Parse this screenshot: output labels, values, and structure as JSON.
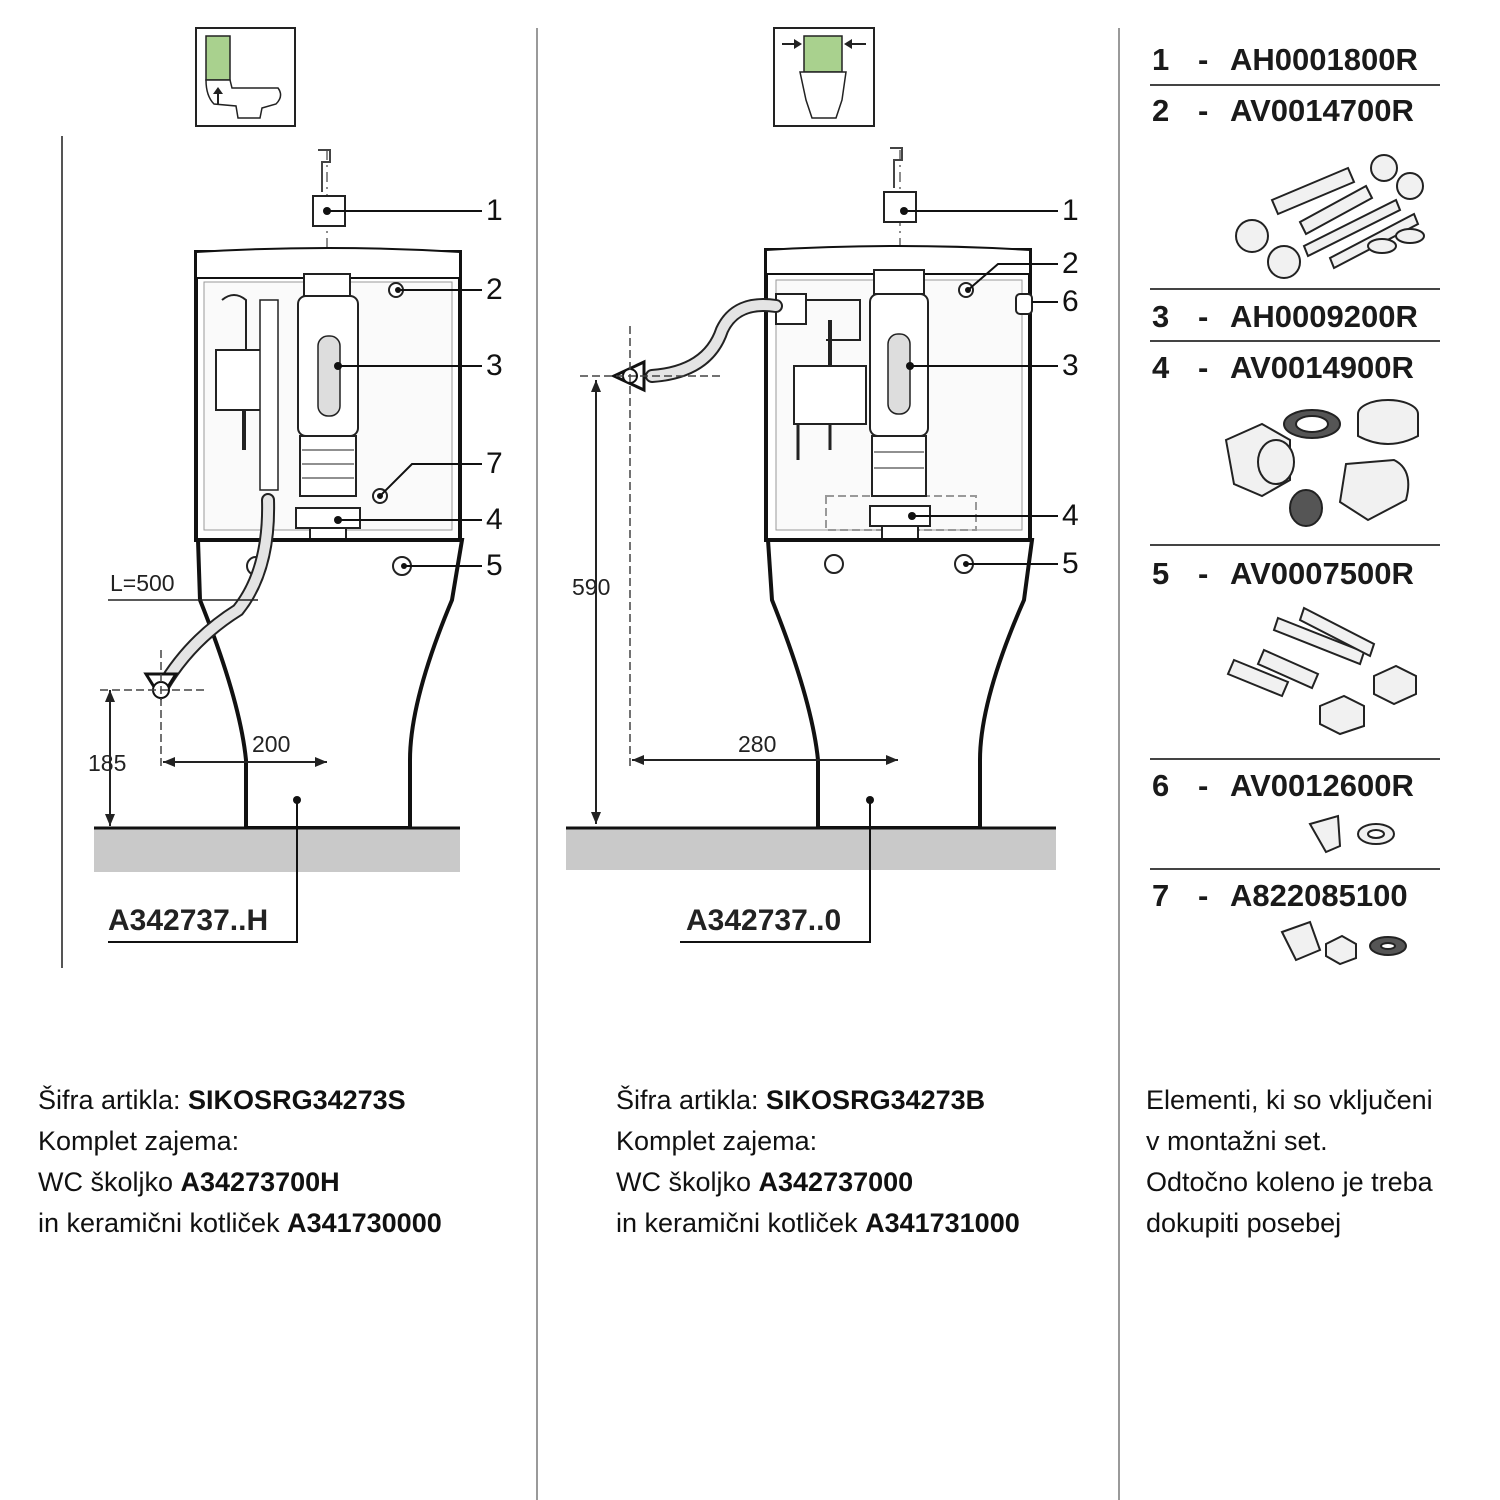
{
  "left": {
    "callouts": [
      "1",
      "2",
      "3",
      "7",
      "4",
      "5"
    ],
    "hose_label": "L=500",
    "dim_width": "200",
    "dim_height": "185",
    "model": "A342737..H",
    "note": {
      "line1_prefix": "Šifra artikla: ",
      "line1_code": "SIKOSRG34273S",
      "line2": "Komplet zajema:",
      "line3_prefix": "WC školjko ",
      "line3_code": "A34273700H",
      "line4_prefix": "in keramični kotliček ",
      "line4_code": "A341730000"
    }
  },
  "middle": {
    "callouts": [
      "1",
      "2",
      "6",
      "3",
      "4",
      "5"
    ],
    "dim_width": "280",
    "dim_height": "590",
    "model": "A342737..0",
    "note": {
      "line1_prefix": "Šifra artikla: ",
      "line1_code": "SIKOSRG34273B",
      "line2": "Komplet zajema:",
      "line3_prefix": "WC školjko ",
      "line3_code": "A342737000",
      "line4_prefix": "in keramični kotliček ",
      "line4_code": "A341731000"
    }
  },
  "parts": [
    {
      "num": "1",
      "dash": "-",
      "code": "AH0001800R"
    },
    {
      "num": "2",
      "dash": "-",
      "code": "AV0014700R"
    },
    {
      "num": "3",
      "dash": "-",
      "code": "AH0009200R"
    },
    {
      "num": "4",
      "dash": "-",
      "code": "AV0014900R"
    },
    {
      "num": "5",
      "dash": "-",
      "code": "AV0007500R"
    },
    {
      "num": "6",
      "dash": "-",
      "code": "AV0012600R"
    },
    {
      "num": "7",
      "dash": "-",
      "code": "A822085100"
    }
  ],
  "right_note": {
    "line1": "Elementi, ki so vključeni",
    "line2": "v montažni set.",
    "line3": "Odtočno koleno je treba",
    "line4": "dokupiti posebej"
  },
  "colors": {
    "tank_green": "#a9d18e",
    "floor_gray": "#c9c9c9",
    "separator": "#9a9a9a"
  }
}
